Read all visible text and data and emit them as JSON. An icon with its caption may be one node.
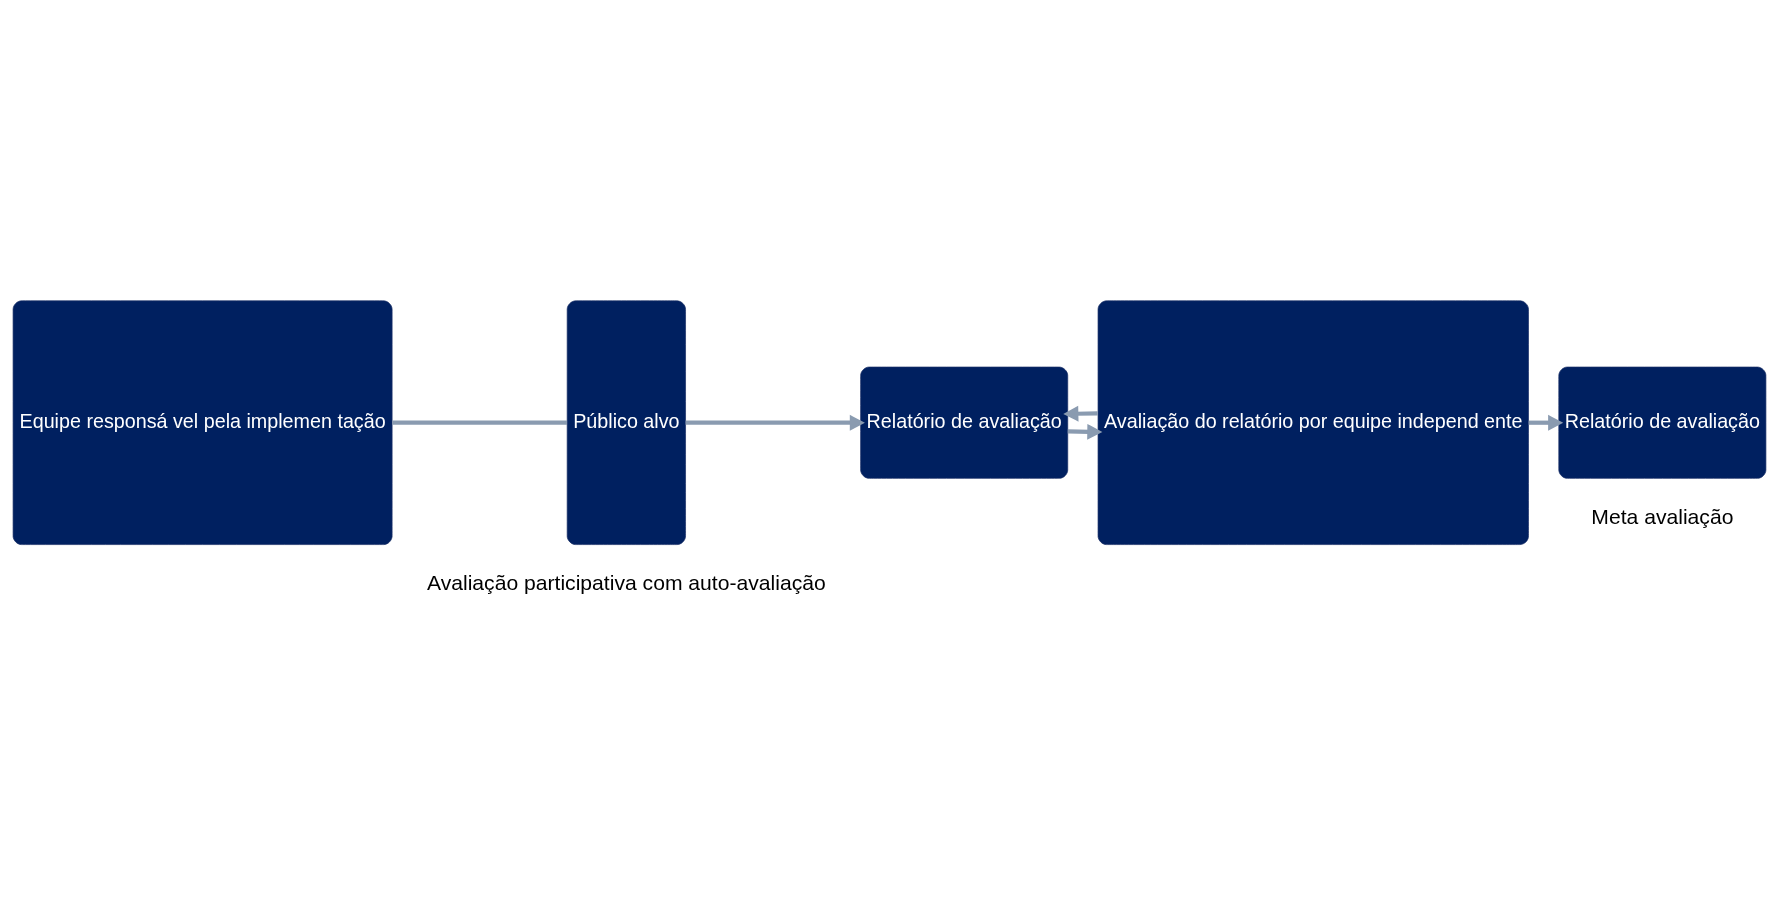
{
  "diagram": {
    "nodes": [
      {
        "text": [
          "Equipe responsá vel pela implemen tação"
        ]
      },
      {
        "text": [
          "Público alvo"
        ]
      },
      {
        "text": [
          "Relatório de avaliação"
        ]
      },
      {
        "text": [
          "Avaliação do relatório por equipe independ ente"
        ]
      },
      {
        "text": [
          "Relatório de avaliação"
        ]
      }
    ],
    "edges": [
      {
        "from": 0,
        "to": 1,
        "arrow": "none"
      },
      {
        "from": 1,
        "to": 2,
        "arrow": "to"
      },
      {
        "from": 2,
        "to": 3,
        "arrow": "to"
      },
      {
        "from": 3,
        "to": 2,
        "arrow": "to"
      },
      {
        "from": 3,
        "to": 4,
        "arrow": "to"
      }
    ],
    "labels": [
      "Avaliação participativa com auto-avaliação",
      "Meta avaliação"
    ]
  }
}
